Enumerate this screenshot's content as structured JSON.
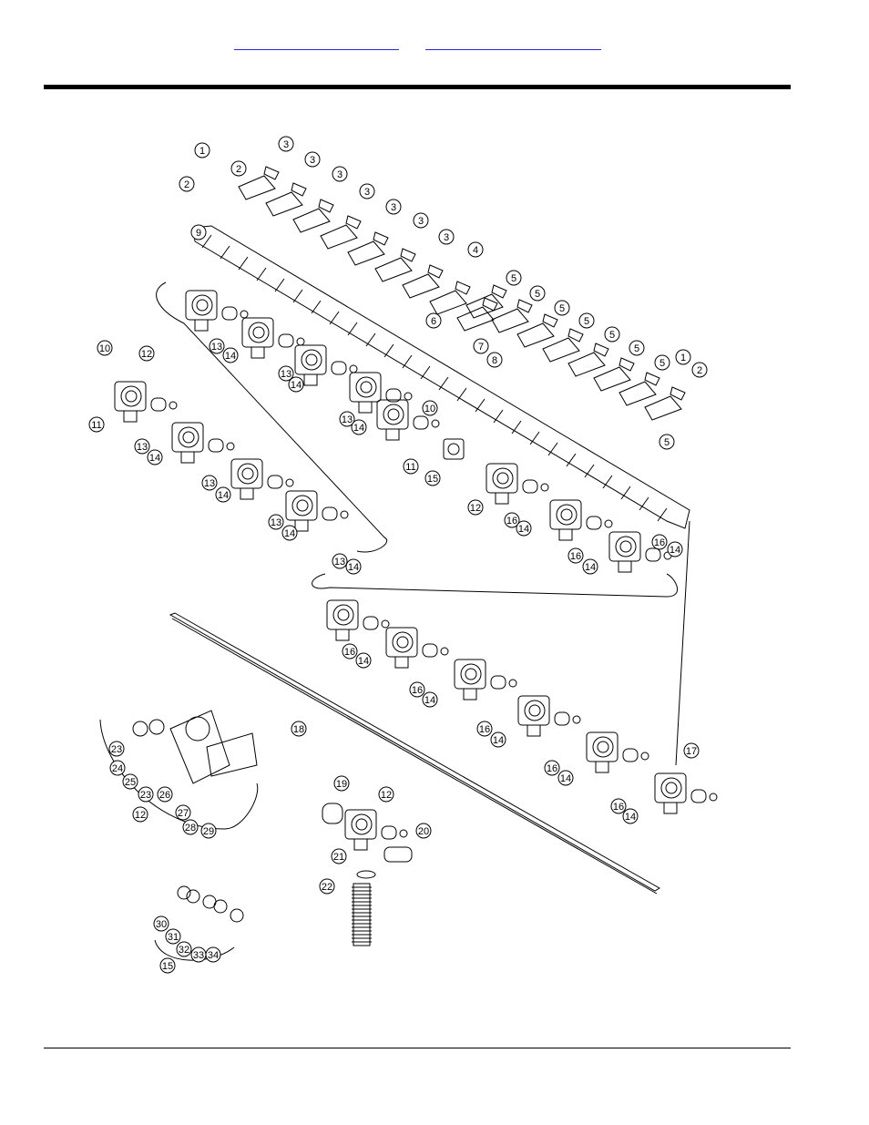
{
  "header": {
    "links": [
      "",
      ""
    ]
  },
  "diagram": {
    "callouts": [
      "1",
      "2",
      "2",
      "3",
      "3",
      "3",
      "3",
      "3",
      "3",
      "3",
      "4",
      "5",
      "5",
      "5",
      "5",
      "5",
      "5",
      "5",
      "5",
      "1",
      "2",
      "9",
      "6",
      "7",
      "8",
      "10",
      "12",
      "11",
      "13",
      "14",
      "13",
      "14",
      "13",
      "14",
      "13",
      "14",
      "13",
      "14",
      "13",
      "14",
      "13",
      "14",
      "10",
      "11",
      "15",
      "12",
      "16",
      "14",
      "16",
      "14",
      "16",
      "14",
      "16",
      "14",
      "16",
      "14",
      "16",
      "14",
      "16",
      "14",
      "16",
      "14",
      "17",
      "18",
      "23",
      "24",
      "25",
      "23",
      "26",
      "27",
      "12",
      "28",
      "29",
      "19",
      "12",
      "20",
      "21",
      "22",
      "30",
      "31",
      "32",
      "33",
      "34",
      "15"
    ]
  }
}
